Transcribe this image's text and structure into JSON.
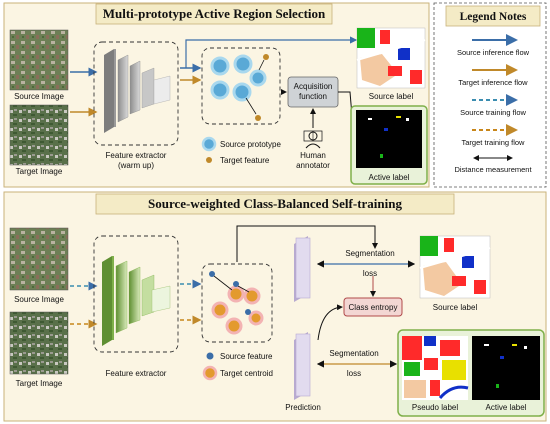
{
  "top_panel": {
    "title": "Multi-prototype Active Region Selection",
    "source_image_label": "Source Image",
    "target_image_label": "Target Image",
    "feature_extractor_label": "Feature extractor",
    "feature_extractor_sub": "(warm up)",
    "source_prototype_label": "Source prototype",
    "target_feature_label": "Target feature",
    "acquisition_label_1": "Acquisition",
    "acquisition_label_2": "function",
    "human_label_1": "Human",
    "human_label_2": "annotator",
    "source_label_caption": "Source label",
    "active_label_caption": "Active label"
  },
  "legend": {
    "title": "Legend Notes",
    "items": [
      {
        "label": "Source inference flow",
        "color": "#3b6ea8",
        "style": "solid"
      },
      {
        "label": "Target inference flow",
        "color": "#c0892a",
        "style": "solid"
      },
      {
        "label": "Source training flow",
        "color": "#3b8db0",
        "style": "dashed"
      },
      {
        "label": "Target training flow",
        "color": "#c8861a",
        "style": "dashed"
      },
      {
        "label": "Distance measurement",
        "color": "#111111",
        "style": "double"
      }
    ]
  },
  "bottom_panel": {
    "title": "Source-weighted Class-Balanced Self-training",
    "source_image_label": "Source Image",
    "target_image_label": "Target Image",
    "feature_extractor_label": "Feature extractor",
    "source_feature_label": "Source feature",
    "target_centroid_label": "Target centroid",
    "seg_loss_top_1": "Segmentation",
    "seg_loss_top_2": "loss",
    "seg_loss_bottom_1": "Segmentation",
    "seg_loss_bottom_2": "loss",
    "class_entropy_label": "Class entropy",
    "prediction_label": "Prediction",
    "source_label_caption": "Source label",
    "pseudo_label_caption": "Pseudo label",
    "active_label_caption": "Active label"
  },
  "colors": {
    "panel_fill": "#fbf5e3",
    "panel_border": "#c9b27a",
    "source_blue": "#3b6ea8",
    "target_orange": "#c0892a",
    "prototype_fill": "#5aa9d6",
    "prototype_ring": "#a9d8ee",
    "centroid_fill": "#e39a2e",
    "centroid_ring": "#f3b3b3",
    "green_extractor": "#7fb04a",
    "grey_extractor": "#9a9a9a",
    "class_entropy_fill": "#f3d6d3",
    "class_entropy_border": "#b04a4a",
    "prediction_fill": "#d8cfe6"
  }
}
